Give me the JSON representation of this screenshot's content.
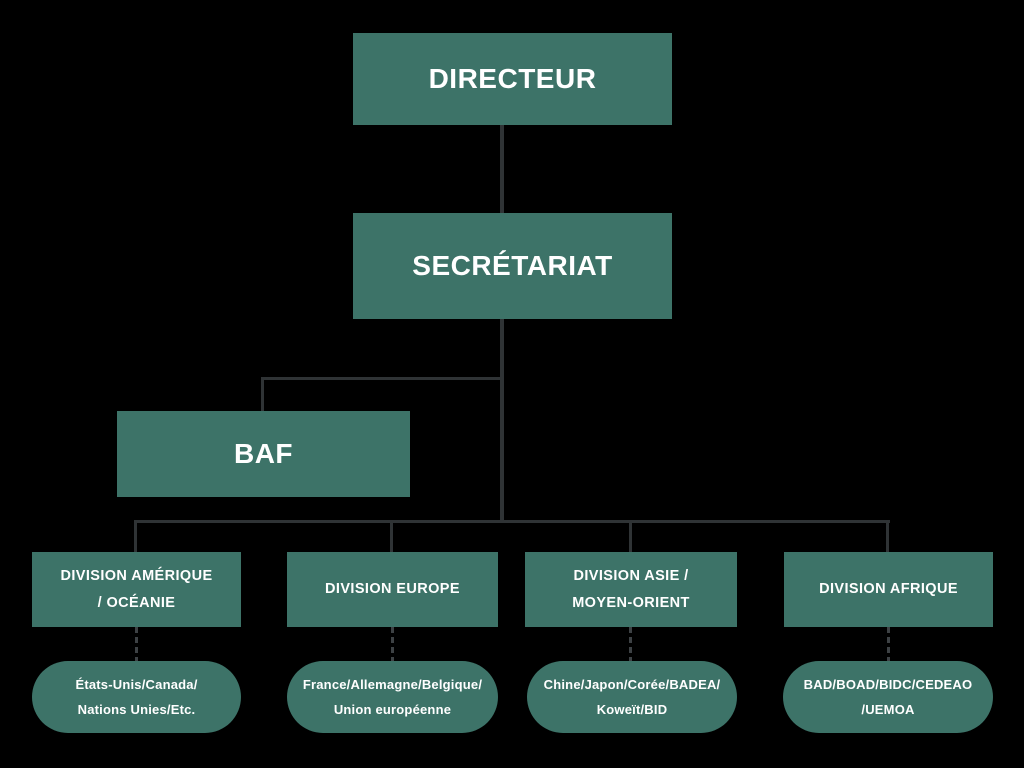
{
  "colors": {
    "background": "#000000",
    "node_fill": "#3d7368",
    "node_text": "#ffffff",
    "connector": "#2f3335",
    "dashed_connector": "#3d4144"
  },
  "nodes": {
    "directeur": {
      "label": "DIRECTEUR"
    },
    "secretariat": {
      "label": "SECRÉTARIAT"
    },
    "baf": {
      "label": "BAF"
    }
  },
  "divisions": [
    {
      "id": "amerique-oceanie",
      "title_lines": [
        "DIVISION AMÉRIQUE",
        "/ OCÉANIE"
      ],
      "members_lines": [
        "États-Unis/Canada/",
        "Nations Unies/Etc."
      ]
    },
    {
      "id": "europe",
      "title_lines": [
        "DIVISION EUROPE"
      ],
      "members_lines": [
        "France/Allemagne/Belgique/",
        "Union européenne"
      ]
    },
    {
      "id": "asie-moyen-orient",
      "title_lines": [
        "DIVISION ASIE /",
        "MOYEN-ORIENT"
      ],
      "members_lines": [
        "Chine/Japon/Corée/BADEA/",
        "Koweït/BID"
      ]
    },
    {
      "id": "afrique",
      "title_lines": [
        "DIVISION AFRIQUE"
      ],
      "members_lines": [
        "BAD/BOAD/BIDC/CEDEAO",
        "/UEMOA"
      ]
    }
  ]
}
